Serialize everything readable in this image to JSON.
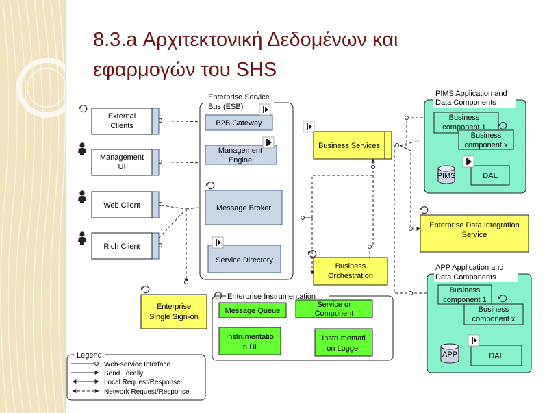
{
  "title": {
    "line1": "8.3.a Αρχιτεκτονική Δεδομένων και",
    "line2": "εφαρμογών του SHS"
  },
  "colors": {
    "title": "#6b1616",
    "left_band": "#f1e3bf",
    "blue_box": "#c9d6e6",
    "yellow_box": "#ffff66",
    "green_box": "#66ff33",
    "teal_panel": "#88f2cc"
  },
  "clients": {
    "external": [
      "External",
      "Clients"
    ],
    "management": [
      "Management",
      "UI"
    ],
    "web": "Web Client",
    "rich": "Rich Client"
  },
  "esb": {
    "label": [
      "Enterprise Service",
      "Bus (ESB)"
    ],
    "b2b": "B2B Gateway",
    "mgmt_engine": [
      "Management",
      "Engine"
    ],
    "broker": "Message Broker",
    "directory": "Service Directory"
  },
  "business_services": "Business Services",
  "business_orchestration": [
    "Business",
    "Orchestration"
  ],
  "sso": [
    "Enterprise",
    "Single Sign-on"
  ],
  "integration": [
    "Enterprise Data Integration",
    "Service"
  ],
  "pims": {
    "label": [
      "PIMS Application and",
      "Data Components"
    ],
    "bc1": [
      "Business",
      "component 1"
    ],
    "bcx": [
      "Business",
      "component x"
    ],
    "db": "PIMS",
    "dal": "DAL"
  },
  "app": {
    "label": [
      "APP Application and",
      "Data Components"
    ],
    "bc1": [
      "Business",
      "component 1"
    ],
    "bcx": [
      "Business",
      "component x"
    ],
    "db": "APP",
    "dal": "DAL"
  },
  "instrumentation": {
    "label": "Enterprise Instrumentation",
    "queue": "Message Queue",
    "service": [
      "Service or",
      "Component"
    ],
    "ui": [
      "Instrumentatio",
      "n UI"
    ],
    "logger": [
      "Instrumentati",
      "on Logger"
    ]
  },
  "legend": {
    "title": "Legend",
    "items": [
      "Web-service Interface",
      "Send Locally",
      "Local Request/Response",
      "Network Request/Response"
    ]
  },
  "icons": {
    "refresh": "refresh-icon",
    "person": "person-icon",
    "interface": "interface-icon",
    "database": "database-icon"
  }
}
